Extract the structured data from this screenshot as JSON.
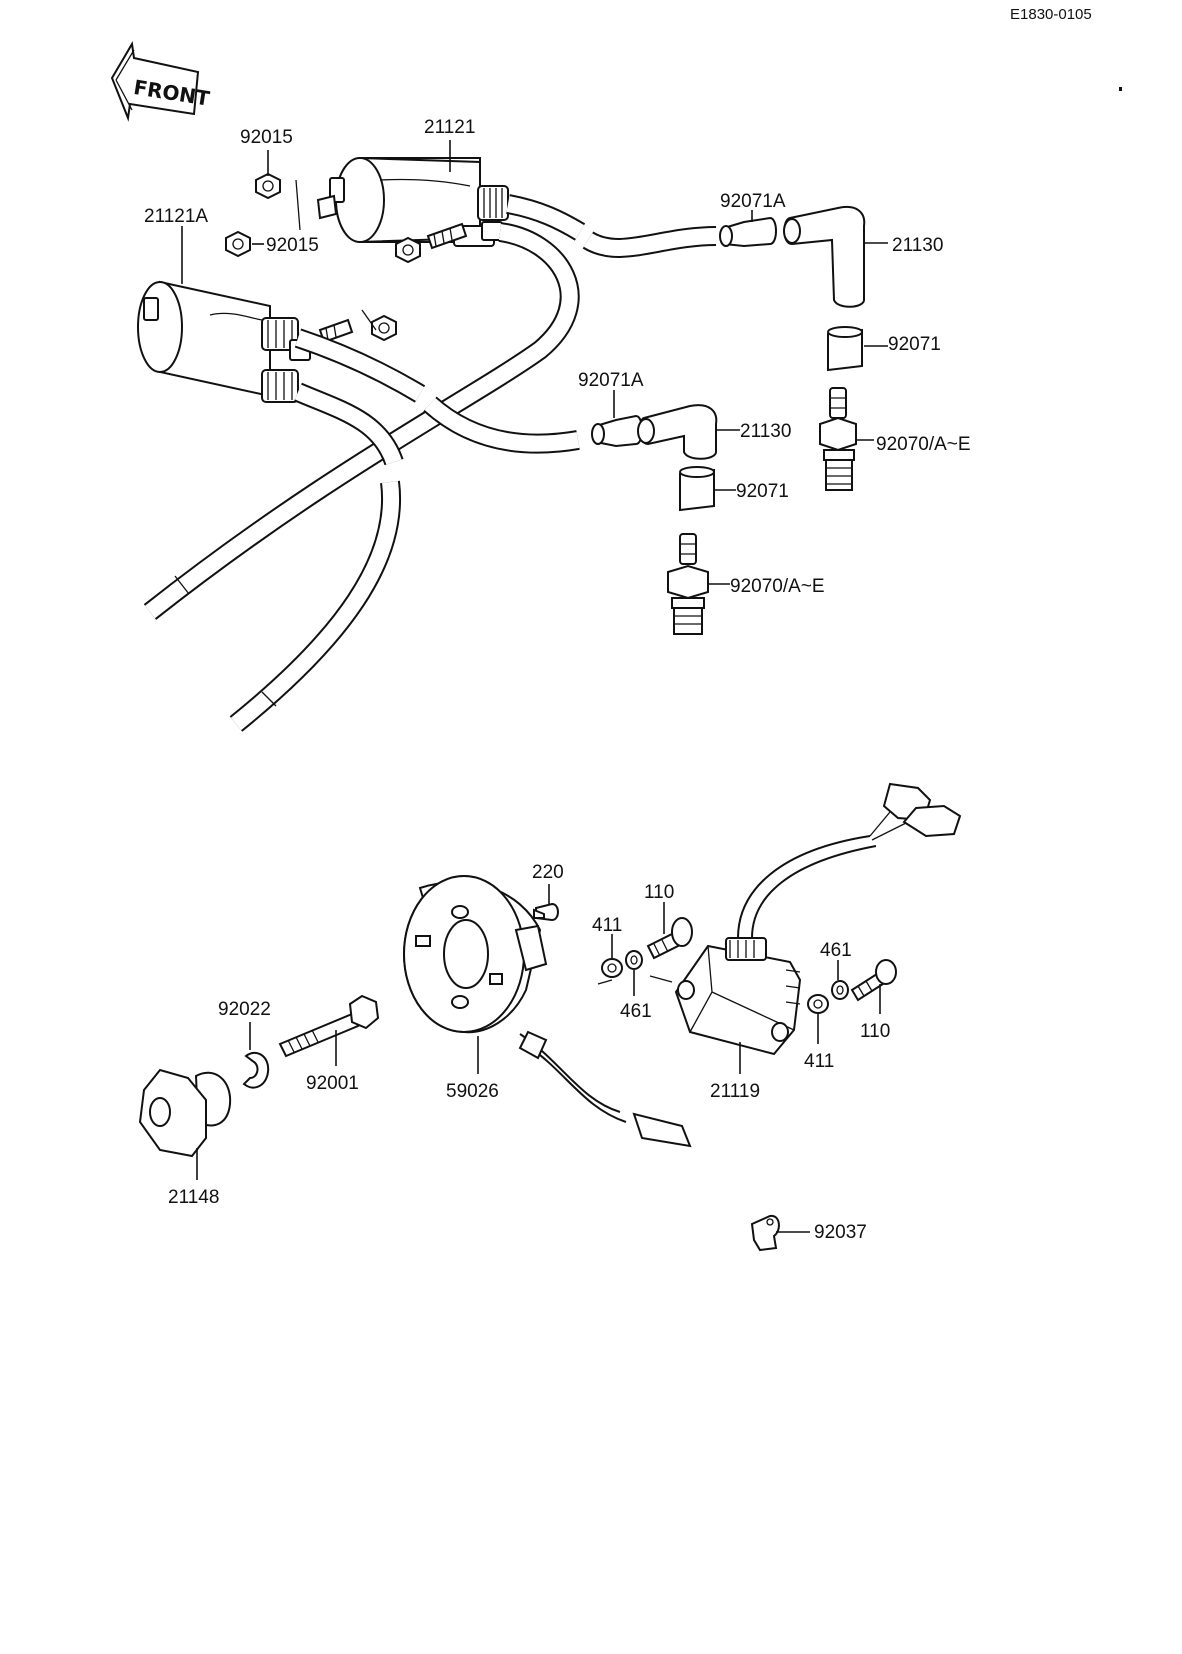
{
  "document": {
    "ref_code": "E1830-0105",
    "front_label": "FRONT"
  },
  "callouts": {
    "c_21121": "21121",
    "c_92015_top": "92015",
    "c_21121A": "21121A",
    "c_92015_mid": "92015",
    "c_92071A_right": "92071A",
    "c_21130_right": "21130",
    "c_92071_right": "92071",
    "c_92070_right": "92070/A~E",
    "c_92071A_left": "92071A",
    "c_21130_left": "21130",
    "c_92071_left": "92071",
    "c_92070_left": "92070/A~E",
    "c_220": "220",
    "c_110_left": "110",
    "c_411_left": "411",
    "c_461_left": "461",
    "c_461_right": "461",
    "c_110_right": "110",
    "c_411_right": "411",
    "c_92022": "92022",
    "c_92001": "92001",
    "c_59026": "59026",
    "c_21119": "21119",
    "c_21148": "21148",
    "c_92037": "92037"
  }
}
